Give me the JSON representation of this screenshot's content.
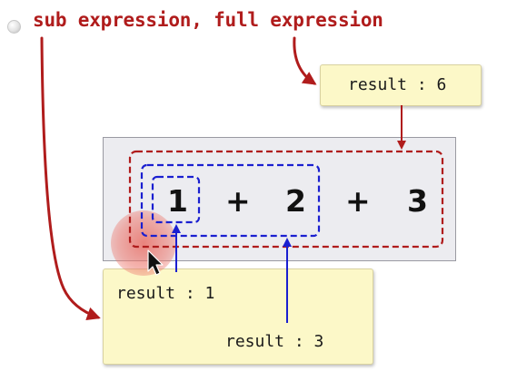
{
  "title": "sub expression, full expression",
  "expression": {
    "tokens": [
      "1",
      "+",
      "2",
      "+",
      "3"
    ]
  },
  "notes": {
    "full_result": "result : 6",
    "sub_result_1": "result : 1",
    "sub_result_2": "result : 3"
  },
  "colors": {
    "red": "#b01c1c",
    "blue": "#1a1fd0",
    "note_bg": "#fcf8c8",
    "panel_bg": "#ececf0"
  }
}
